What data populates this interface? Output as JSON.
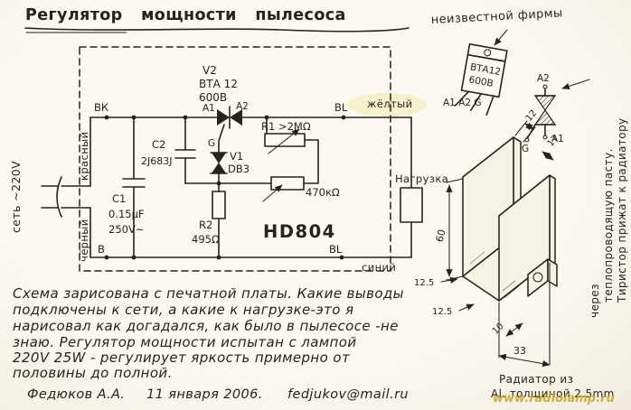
{
  "title": "Регулятор  мощности  пылесоса",
  "schematic": {
    "t_bk": "ВК",
    "t_bl_top": "BL",
    "t_b": "В",
    "t_bl_bot": "BL",
    "mains": "сеть ~220V",
    "red": "красный",
    "black": "чёрный",
    "yellow": "жёлтый",
    "blue": "синий",
    "c1_name": "С1",
    "c1_val": "0.15μF",
    "c1_rating": "250V~",
    "c2_name": "С2",
    "c2_val": "2J683J",
    "v2_name": "V2",
    "v2_type": "ВТА 12",
    "v2_rating": "600В",
    "v2_a1": "А1",
    "v2_a2": "А2",
    "v2_g": "G",
    "v1_name": "V1",
    "v1_type": "DB3",
    "r1_label": "R1 >2МΩ",
    "r2_name": "R2",
    "r2_val": "495Ω",
    "pot_val": "470кΩ",
    "chip": "HD804",
    "load": "Нагрузка"
  },
  "package": {
    "note": "неизвестной фирмы",
    "mark1": "ВТА12",
    "mark2": "600В",
    "pins": "А1 А2  G"
  },
  "symbol": {
    "a2": "А2",
    "a1": "А1",
    "g": "G"
  },
  "heatsink": {
    "d60": "60",
    "d12": "12",
    "d17": "17",
    "d125a": "12.5",
    "d125b": "12.5",
    "d10": "10",
    "d33": "33",
    "note1": "Тиристор прижат к радиатору",
    "note2": "через",
    "note3": "теплопроводящую пасту.",
    "cap1": "Радиатор из",
    "cap2": "Al. толщиной 2.5mm"
  },
  "notes": {
    "line1": "Схема зарисована с печатной платы. Какие выводы",
    "line2": "подключены к сети, а какие к нагрузке-это я",
    "line3": "нарисовал как догадался, как было в пылесосе -не",
    "line4": "знаю.  Регулятор мощности испытан с лампой",
    "line5": "220V 25W - регулирует яркость примерно от",
    "line6": "половины до полной."
  },
  "footer": {
    "author": "Федюков А.А.",
    "date": "11 января 2006.",
    "email": "fedjukov@mail.ru"
  },
  "watermark": "www.radiolamp.ru"
}
